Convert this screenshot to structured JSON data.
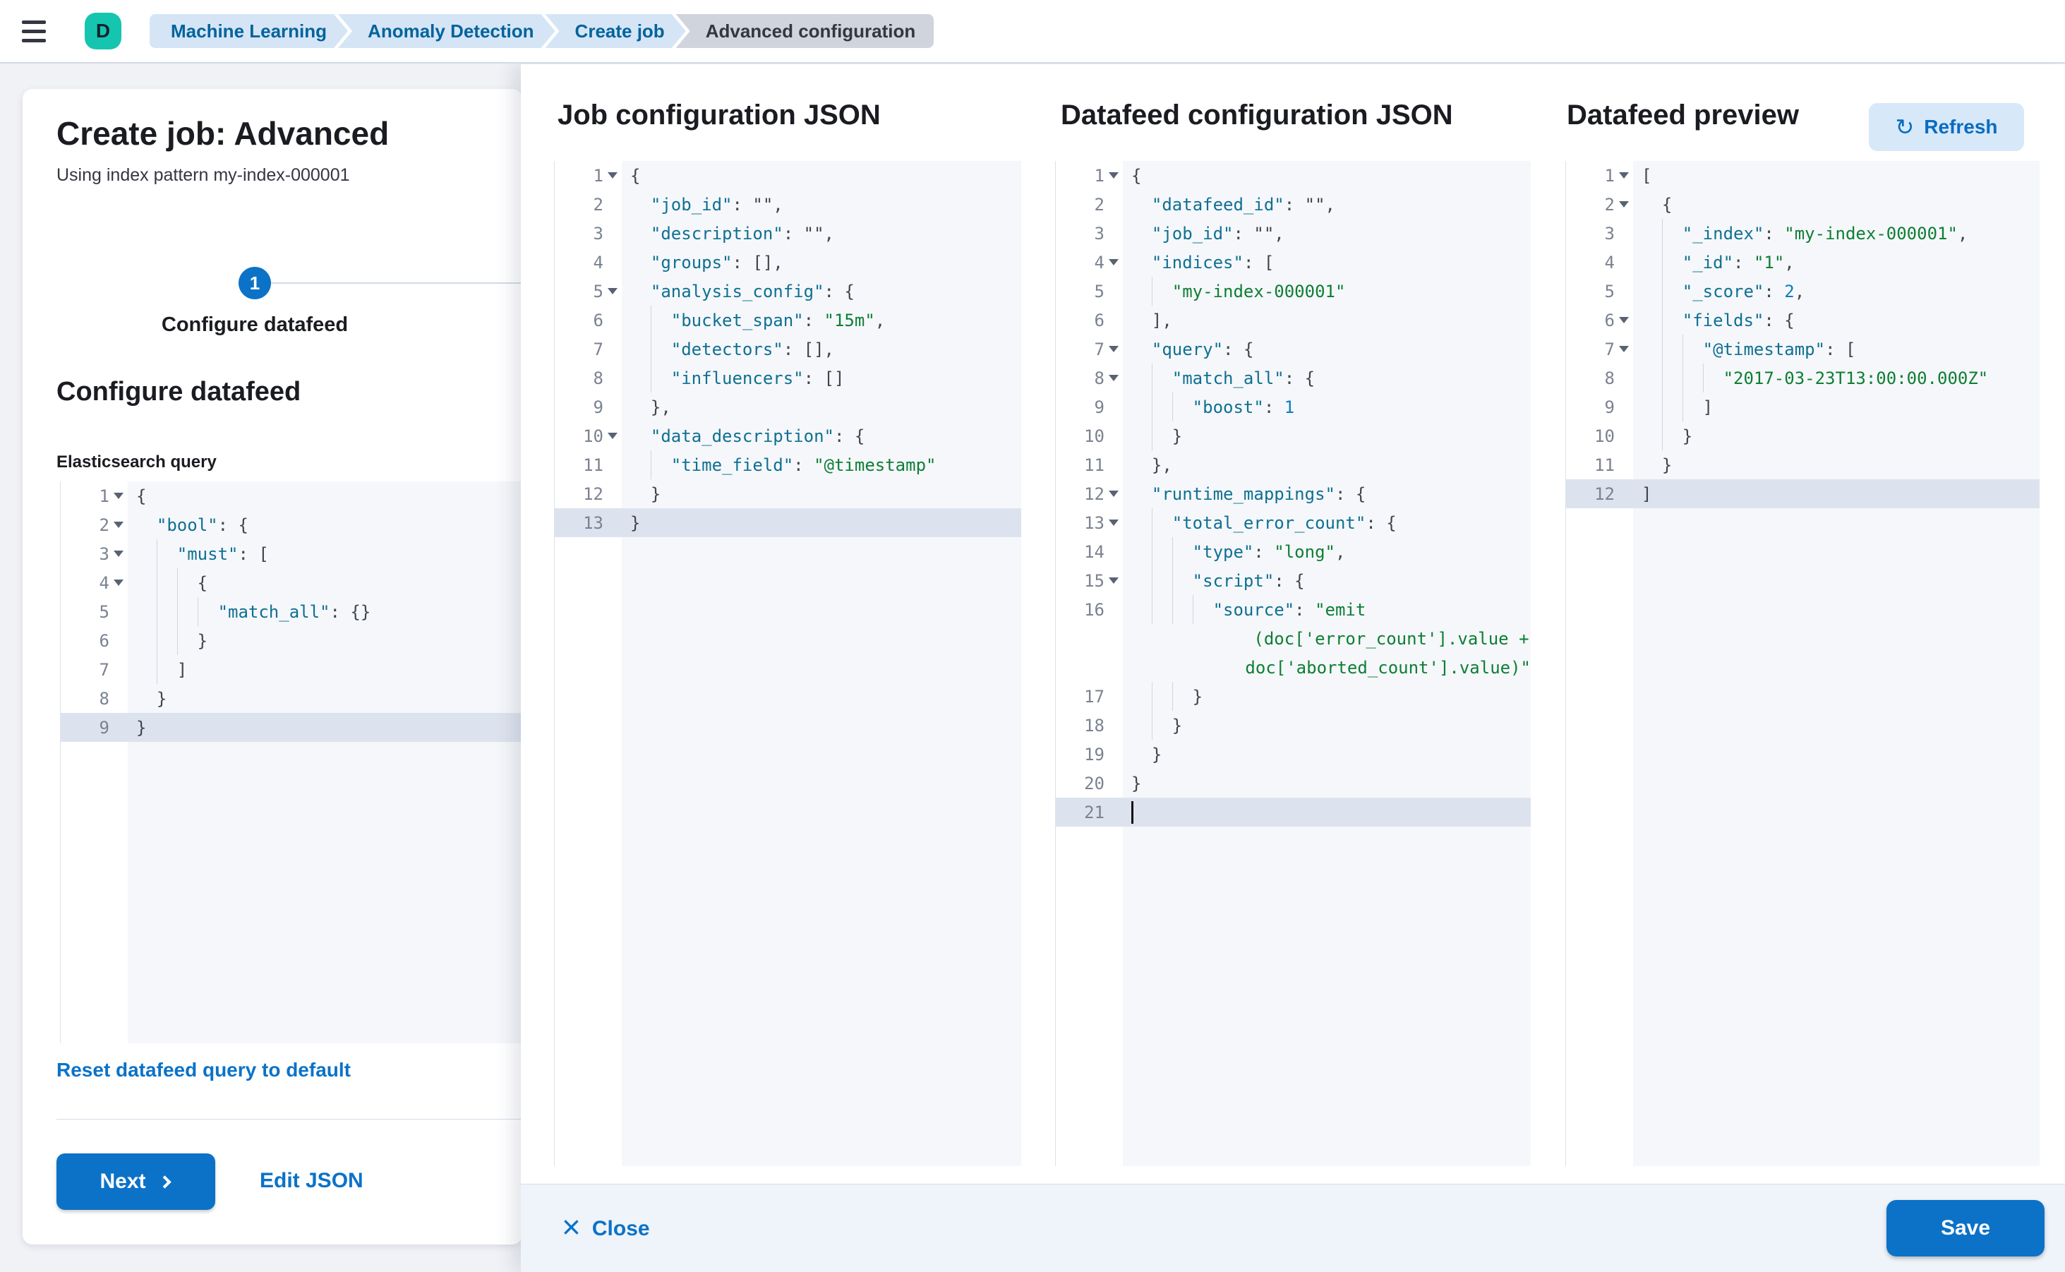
{
  "topbar": {
    "avatar_initial": "D",
    "breadcrumbs": [
      {
        "label": "Machine Learning",
        "current": false
      },
      {
        "label": "Anomaly Detection",
        "current": false
      },
      {
        "label": "Create job",
        "current": false
      },
      {
        "label": "Advanced configuration",
        "current": true
      }
    ]
  },
  "wizard": {
    "title": "Create job: Advanced",
    "subtitle": "Using index pattern my-index-000001",
    "step_number": "1",
    "step_label": "Configure datafeed",
    "section_heading": "Configure datafeed",
    "reset_link": "Reset datafeed query to default",
    "next_label": "Next",
    "edit_json_label": "Edit JSON"
  },
  "flyout": {
    "job_heading": "Job configuration JSON",
    "datafeed_heading": "Datafeed configuration JSON",
    "preview_heading": "Datafeed preview",
    "refresh_label": "Refresh",
    "refresh_icon": "↻",
    "close_label": "Close",
    "close_icon": "×",
    "save_label": "Save"
  },
  "colors": {
    "primary": "#0b72c8",
    "avatar_teal": "#16c5b0",
    "breadcrumb_blue_bg": "#d5e5f6",
    "breadcrumb_gray_bg": "#d0d4dc",
    "code_key": "#0f7092",
    "code_string": "#0e7e34",
    "code_number": "#0c7cc0",
    "active_line_bg": "#dde3ee"
  },
  "editors": {
    "es_query": {
      "label": "Elasticsearch query",
      "rows": [
        {
          "n": "1",
          "f": 1,
          "i": 0,
          "s": [
            [
              "p",
              "{"
            ]
          ]
        },
        {
          "n": "2",
          "f": 1,
          "i": 2,
          "s": [
            [
              "k",
              "\"bool\""
            ],
            [
              "p",
              ": {"
            ]
          ]
        },
        {
          "n": "3",
          "f": 1,
          "i": 4,
          "s": [
            [
              "k",
              "\"must\""
            ],
            [
              "p",
              ": ["
            ]
          ]
        },
        {
          "n": "4",
          "f": 1,
          "i": 6,
          "s": [
            [
              "p",
              "{"
            ]
          ]
        },
        {
          "n": "5",
          "i": 8,
          "s": [
            [
              "k",
              "\"match_all\""
            ],
            [
              "p",
              ": {}"
            ]
          ]
        },
        {
          "n": "6",
          "i": 6,
          "s": [
            [
              "p",
              "}"
            ]
          ]
        },
        {
          "n": "7",
          "i": 4,
          "s": [
            [
              "p",
              "]"
            ]
          ]
        },
        {
          "n": "8",
          "i": 2,
          "s": [
            [
              "p",
              "}"
            ]
          ]
        },
        {
          "n": "9",
          "i": 0,
          "a": 1,
          "s": [
            [
              "p",
              "}"
            ]
          ]
        }
      ]
    },
    "job_config": {
      "rows": [
        {
          "n": "1",
          "f": 1,
          "i": 0,
          "s": [
            [
              "p",
              "{"
            ]
          ]
        },
        {
          "n": "2",
          "i": 2,
          "s": [
            [
              "k",
              "\"job_id\""
            ],
            [
              "p",
              ": \"\","
            ]
          ]
        },
        {
          "n": "3",
          "i": 2,
          "s": [
            [
              "k",
              "\"description\""
            ],
            [
              "p",
              ": \"\","
            ]
          ]
        },
        {
          "n": "4",
          "i": 2,
          "s": [
            [
              "k",
              "\"groups\""
            ],
            [
              "p",
              ": [],"
            ]
          ]
        },
        {
          "n": "5",
          "f": 1,
          "i": 2,
          "s": [
            [
              "k",
              "\"analysis_config\""
            ],
            [
              "p",
              ": {"
            ]
          ]
        },
        {
          "n": "6",
          "i": 4,
          "s": [
            [
              "k",
              "\"bucket_span\""
            ],
            [
              "p",
              ": "
            ],
            [
              "s",
              "\"15m\""
            ],
            [
              "p",
              ","
            ]
          ]
        },
        {
          "n": "7",
          "i": 4,
          "s": [
            [
              "k",
              "\"detectors\""
            ],
            [
              "p",
              ": [],"
            ]
          ]
        },
        {
          "n": "8",
          "i": 4,
          "s": [
            [
              "k",
              "\"influencers\""
            ],
            [
              "p",
              ": []"
            ]
          ]
        },
        {
          "n": "9",
          "i": 2,
          "s": [
            [
              "p",
              "},"
            ]
          ]
        },
        {
          "n": "10",
          "f": 1,
          "i": 2,
          "s": [
            [
              "k",
              "\"data_description\""
            ],
            [
              "p",
              ": {"
            ]
          ]
        },
        {
          "n": "11",
          "i": 4,
          "s": [
            [
              "k",
              "\"time_field\""
            ],
            [
              "p",
              ": "
            ],
            [
              "s",
              "\"@timestamp\""
            ]
          ]
        },
        {
          "n": "12",
          "i": 2,
          "s": [
            [
              "p",
              "}"
            ]
          ]
        },
        {
          "n": "13",
          "i": 0,
          "a": 1,
          "s": [
            [
              "p",
              "}"
            ]
          ]
        }
      ]
    },
    "datafeed_config": {
      "rows": [
        {
          "n": "1",
          "f": 1,
          "i": 0,
          "s": [
            [
              "p",
              "{"
            ]
          ]
        },
        {
          "n": "2",
          "i": 2,
          "s": [
            [
              "k",
              "\"datafeed_id\""
            ],
            [
              "p",
              ": \"\","
            ]
          ]
        },
        {
          "n": "3",
          "i": 2,
          "s": [
            [
              "k",
              "\"job_id\""
            ],
            [
              "p",
              ": \"\","
            ]
          ]
        },
        {
          "n": "4",
          "f": 1,
          "i": 2,
          "s": [
            [
              "k",
              "\"indices\""
            ],
            [
              "p",
              ": ["
            ]
          ]
        },
        {
          "n": "5",
          "i": 4,
          "s": [
            [
              "s",
              "\"my-index-000001\""
            ]
          ]
        },
        {
          "n": "6",
          "i": 2,
          "s": [
            [
              "p",
              "],"
            ]
          ]
        },
        {
          "n": "7",
          "f": 1,
          "i": 2,
          "s": [
            [
              "k",
              "\"query\""
            ],
            [
              "p",
              ": {"
            ]
          ]
        },
        {
          "n": "8",
          "f": 1,
          "i": 4,
          "s": [
            [
              "k",
              "\"match_all\""
            ],
            [
              "p",
              ": {"
            ]
          ]
        },
        {
          "n": "9",
          "i": 6,
          "s": [
            [
              "k",
              "\"boost\""
            ],
            [
              "p",
              ": "
            ],
            [
              "n",
              "1"
            ]
          ]
        },
        {
          "n": "10",
          "i": 4,
          "s": [
            [
              "p",
              "}"
            ]
          ]
        },
        {
          "n": "11",
          "i": 2,
          "s": [
            [
              "p",
              "},"
            ]
          ]
        },
        {
          "n": "12",
          "f": 1,
          "i": 2,
          "s": [
            [
              "k",
              "\"runtime_mappings\""
            ],
            [
              "p",
              ": {"
            ]
          ]
        },
        {
          "n": "13",
          "f": 1,
          "i": 4,
          "s": [
            [
              "k",
              "\"total_error_count\""
            ],
            [
              "p",
              ": {"
            ]
          ]
        },
        {
          "n": "14",
          "i": 6,
          "s": [
            [
              "k",
              "\"type\""
            ],
            [
              "p",
              ": "
            ],
            [
              "s",
              "\"long\""
            ],
            [
              "p",
              ","
            ]
          ]
        },
        {
          "n": "15",
          "f": 1,
          "i": 6,
          "s": [
            [
              "k",
              "\"script\""
            ],
            [
              "p",
              ": {"
            ]
          ]
        },
        {
          "n": "16",
          "i": 8,
          "s": [
            [
              "k",
              "\"source\""
            ],
            [
              "p",
              ": "
            ],
            [
              "s",
              "\"emit"
            ]
          ]
        },
        {
          "n": "",
          "w": 1,
          "i": 12,
          "s": [
            [
              "s",
              "(doc['error_count'].value +"
            ]
          ]
        },
        {
          "n": "",
          "w": 1,
          "i": 12,
          "s": [
            [
              "s",
              "doc['aborted_count'].value)\""
            ]
          ]
        },
        {
          "n": "17",
          "i": 6,
          "s": [
            [
              "p",
              "}"
            ]
          ]
        },
        {
          "n": "18",
          "i": 4,
          "s": [
            [
              "p",
              "}"
            ]
          ]
        },
        {
          "n": "19",
          "i": 2,
          "s": [
            [
              "p",
              "}"
            ]
          ]
        },
        {
          "n": "20",
          "i": 0,
          "s": [
            [
              "p",
              "}"
            ]
          ]
        },
        {
          "n": "21",
          "i": 0,
          "a": 1,
          "c": 1,
          "s": []
        }
      ]
    },
    "datafeed_preview": {
      "rows": [
        {
          "n": "1",
          "f": 1,
          "i": 0,
          "s": [
            [
              "p",
              "["
            ]
          ]
        },
        {
          "n": "2",
          "f": 1,
          "i": 2,
          "s": [
            [
              "p",
              "{"
            ]
          ]
        },
        {
          "n": "3",
          "i": 4,
          "s": [
            [
              "k",
              "\"_index\""
            ],
            [
              "p",
              ": "
            ],
            [
              "s",
              "\"my-index-000001\""
            ],
            [
              "p",
              ","
            ]
          ]
        },
        {
          "n": "4",
          "i": 4,
          "s": [
            [
              "k",
              "\"_id\""
            ],
            [
              "p",
              ": "
            ],
            [
              "s",
              "\"1\""
            ],
            [
              "p",
              ","
            ]
          ]
        },
        {
          "n": "5",
          "i": 4,
          "s": [
            [
              "k",
              "\"_score\""
            ],
            [
              "p",
              ": "
            ],
            [
              "n",
              "2"
            ],
            [
              "p",
              ","
            ]
          ]
        },
        {
          "n": "6",
          "f": 1,
          "i": 4,
          "s": [
            [
              "k",
              "\"fields\""
            ],
            [
              "p",
              ": {"
            ]
          ]
        },
        {
          "n": "7",
          "f": 1,
          "i": 6,
          "s": [
            [
              "k",
              "\"@timestamp\""
            ],
            [
              "p",
              ": ["
            ]
          ]
        },
        {
          "n": "8",
          "i": 8,
          "s": [
            [
              "s",
              "\"2017-03-23T13:00:00.000Z\""
            ]
          ]
        },
        {
          "n": "9",
          "i": 6,
          "s": [
            [
              "p",
              "]"
            ]
          ]
        },
        {
          "n": "10",
          "i": 4,
          "s": [
            [
              "p",
              "}"
            ]
          ]
        },
        {
          "n": "11",
          "i": 2,
          "s": [
            [
              "p",
              "}"
            ]
          ]
        },
        {
          "n": "12",
          "i": 0,
          "a": 1,
          "s": [
            [
              "p",
              "]"
            ]
          ]
        }
      ]
    }
  }
}
